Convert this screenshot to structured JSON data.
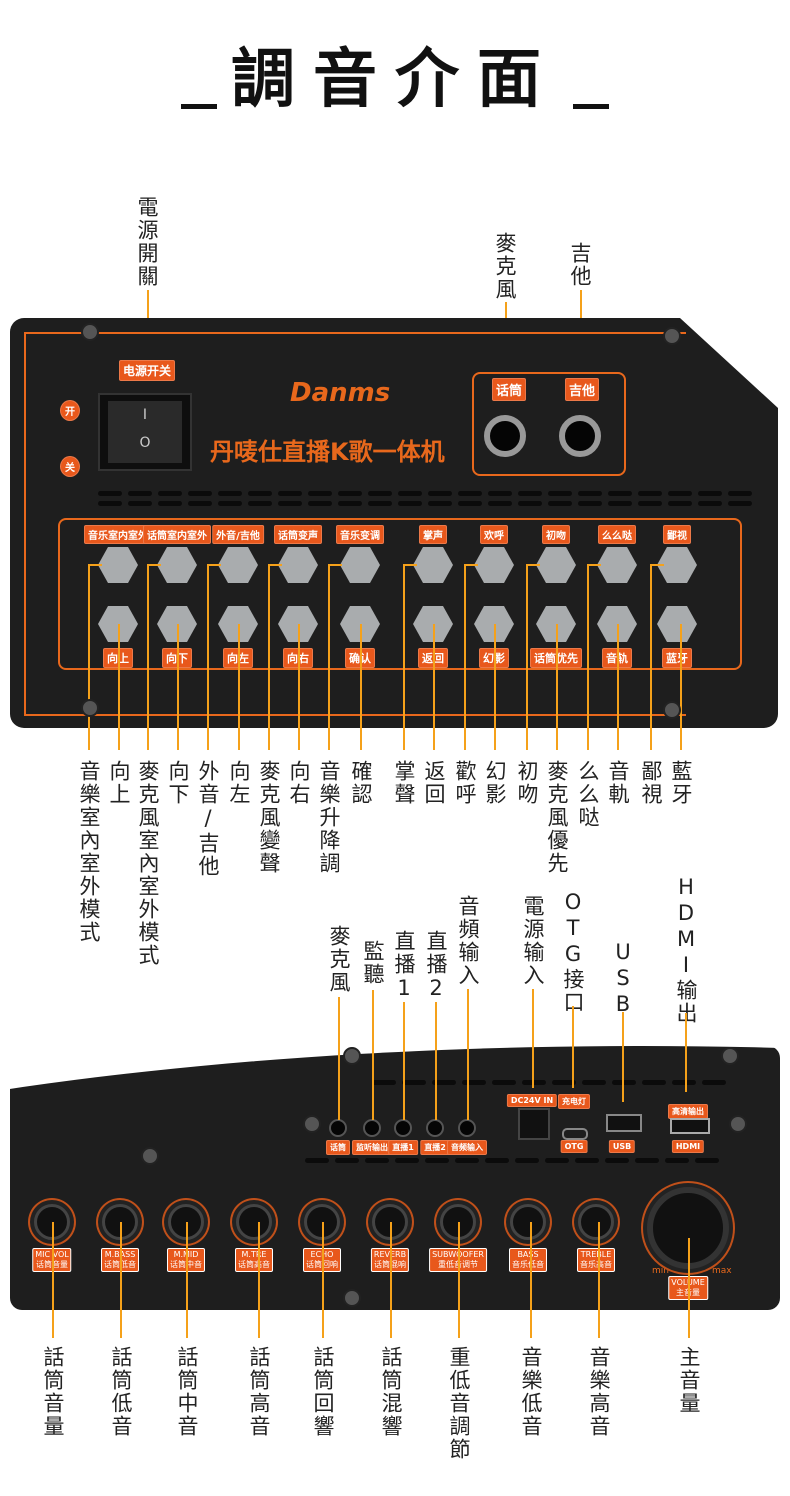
{
  "title": "調音介面",
  "top_callouts": {
    "power": "電源開關",
    "mic": "麥克風",
    "guitar": "吉他"
  },
  "top_panel": {
    "brand": "Danms",
    "product_name": "丹唛仕直播K歌一体机",
    "power_tag": "电源开关",
    "on_label": "开",
    "off_label": "关",
    "mic_tag": "话筒",
    "guitar_tag": "吉他",
    "switch_on_symbol": "I",
    "switch_off_symbol": "O",
    "top_button_tags": [
      "音乐室内室外",
      "话筒室内室外",
      "外音/吉他",
      "话筒变声",
      "音乐变调",
      "掌声",
      "欢呼",
      "初吻",
      "么么哒",
      "鄙视"
    ],
    "bottom_button_tags": [
      "向上",
      "向下",
      "向左",
      "向右",
      "确认",
      "返回",
      "幻影",
      "话筒优先",
      "音轨",
      "蓝牙"
    ]
  },
  "button_callouts": [
    "音樂室內室外模式",
    "向上",
    "麥克風室內室外模式",
    "向下",
    "外音/吉他",
    "向左",
    "麥克風變聲",
    "向右",
    "音樂升降調",
    "確認",
    "掌聲",
    "返回",
    "歡呼",
    "幻影",
    "初吻",
    "麥克風優先",
    "么么哒",
    "音軌",
    "鄙視",
    "藍牙"
  ],
  "port_callouts": [
    "麥克風",
    "監聽",
    "直播1",
    "直播2",
    "音頻输入",
    "電源输入",
    "OTG接口",
    "USB",
    "HDMI输出"
  ],
  "bottom_panel": {
    "jack_tags": [
      "话筒",
      "监听输出",
      "直播1",
      "直播2",
      "音频输入"
    ],
    "dc_tag": "DC24V IN",
    "charge_tag": "充电灯",
    "otg_tag": "OTG",
    "usb_tag": "USB",
    "hdmi_top_tag": "高清输出",
    "hdmi_tag": "HDMI",
    "knob_tags": [
      [
        "MIC VOL",
        "话筒音量"
      ],
      [
        "M.BASS",
        "话筒低音"
      ],
      [
        "M.MID",
        "话筒中音"
      ],
      [
        "M.TRE",
        "话筒高音"
      ],
      [
        "ECHO",
        "话筒回响"
      ],
      [
        "REVERB",
        "话筒混响"
      ],
      [
        "SUBWOOFER",
        "重低音调节"
      ],
      [
        "BASS",
        "音乐低音"
      ],
      [
        "TREBLE",
        "音乐高音"
      ]
    ],
    "volume_tag": [
      "VOLUME",
      "主音量"
    ],
    "min_label": "min",
    "max_label": "max"
  },
  "knob_callouts": [
    "話筒音量",
    "話筒低音",
    "話筒中音",
    "話筒高音",
    "話筒回響",
    "話筒混響",
    "重低音調節",
    "音樂低音",
    "音樂高音",
    "主音量"
  ],
  "colors": {
    "accent": "#e8681c",
    "callout_line": "#f5a11a",
    "panel": "#1e1e1e"
  }
}
